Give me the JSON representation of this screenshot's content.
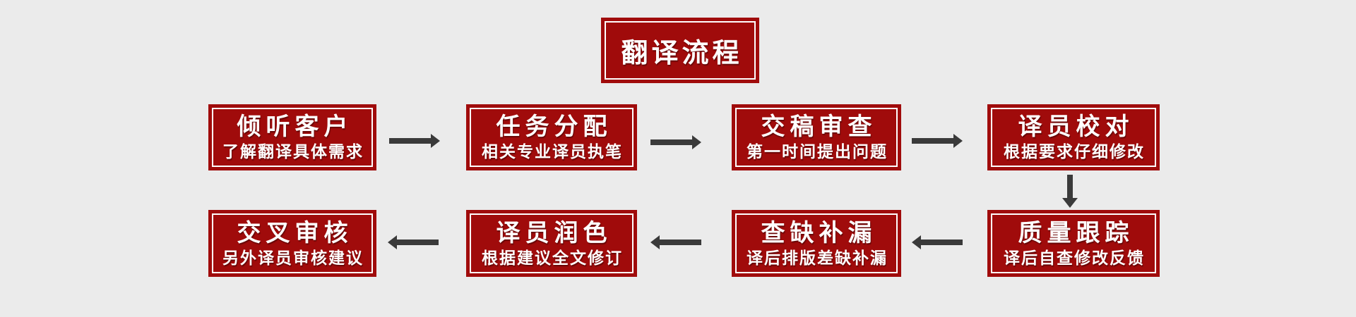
{
  "diagram": {
    "title": {
      "label": "翻译流程"
    },
    "top_row": [
      {
        "title": "倾听客户",
        "subtitle": "了解翻译具体需求"
      },
      {
        "title": "任务分配",
        "subtitle": "相关专业译员执笔"
      },
      {
        "title": "交稿审查",
        "subtitle": "第一时间提出问题"
      },
      {
        "title": "译员校对",
        "subtitle": "根据要求仔细修改"
      }
    ],
    "bottom_row": [
      {
        "title": "交叉审核",
        "subtitle": "另外译员审核建议"
      },
      {
        "title": "译员润色",
        "subtitle": "根据建议全文修订"
      },
      {
        "title": "查缺补漏",
        "subtitle": "译后排版差缺补漏"
      },
      {
        "title": "质量跟踪",
        "subtitle": "译后自查修改反馈"
      }
    ],
    "flow_direction": {
      "top_row": "left-to-right",
      "connector": "down",
      "bottom_row": "right-to-left"
    },
    "colors": {
      "background": "#EBEBEB",
      "box_fill": "#A00B0B",
      "box_inner_border": "#FFFFFF",
      "text": "#FFFFFF",
      "arrow": "#3A3A3A"
    }
  }
}
